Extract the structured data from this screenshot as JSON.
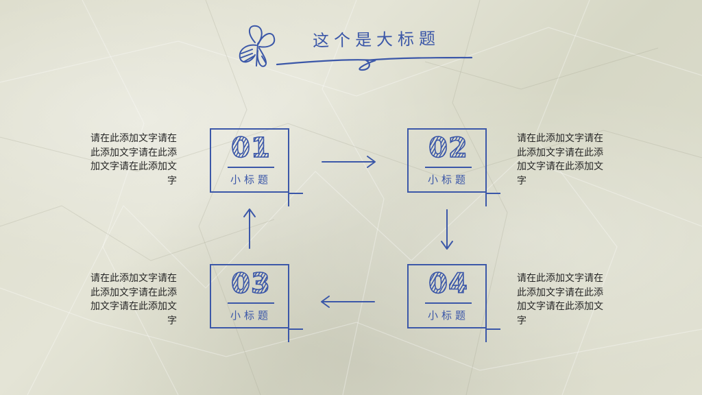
{
  "title": "这个是大标题",
  "colors": {
    "ink": "#3b57a8",
    "text": "#262626",
    "paper": "#dedfce"
  },
  "icons": [
    "butterfly-icon",
    "arrow-right-icon",
    "arrow-down-icon",
    "arrow-left-icon",
    "arrow-up-icon"
  ],
  "steps": [
    {
      "number": "01",
      "label": "小标题",
      "text": "请在此添加文字请在此添加文字请在此添加文字请在此添加文字"
    },
    {
      "number": "02",
      "label": "小标题",
      "text": "请在此添加文字请在此添加文字请在此添加文字请在此添加文字"
    },
    {
      "number": "03",
      "label": "小标题",
      "text": "请在此添加文字请在此添加文字请在此添加文字请在此添加文字"
    },
    {
      "number": "04",
      "label": "小标题",
      "text": "请在此添加文字请在此添加文字请在此添加文字请在此添加文字"
    }
  ]
}
